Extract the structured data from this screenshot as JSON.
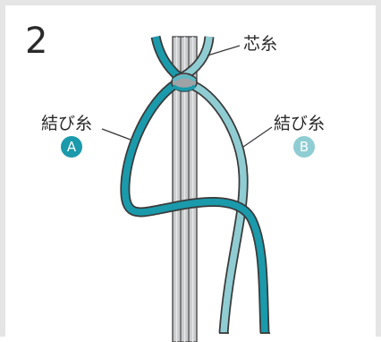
{
  "step_number": "2",
  "labels": {
    "core_thread": "芯糸",
    "tying_thread_a": "結び糸",
    "tying_thread_b": "結び糸"
  },
  "badges": {
    "a": "A",
    "b": "B"
  },
  "colors": {
    "thread_a": "#1a9aab",
    "thread_b": "#8fcdd3",
    "core_thread": "#c4c6c8",
    "border": "#e5e5e5"
  }
}
